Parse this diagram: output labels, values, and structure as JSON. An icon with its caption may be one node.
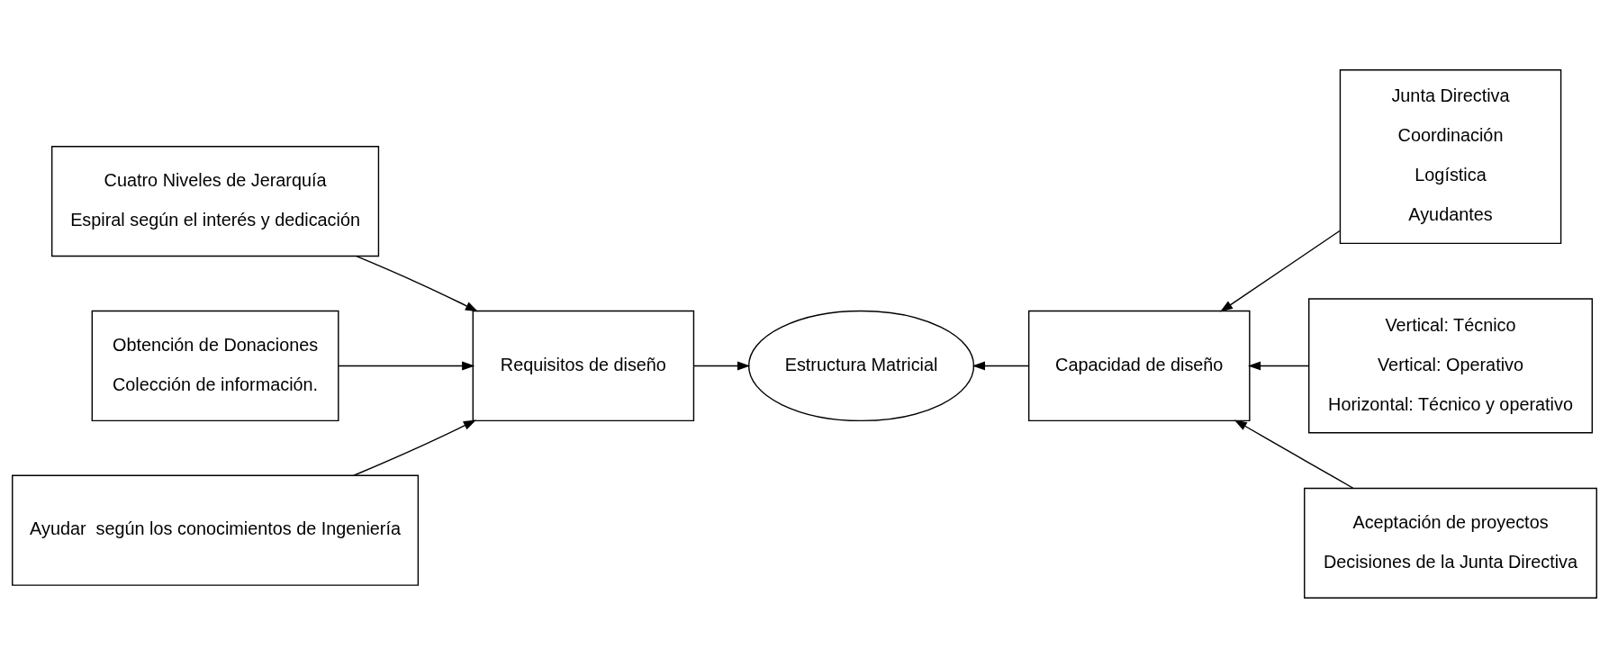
{
  "diagram": {
    "nodes": [
      {
        "text": [
          "Cuatro Niveles de Jerarquía",
          "Espiral según el interés y dedicación"
        ]
      },
      {
        "text": [
          "Junta Directiva",
          "Coordinación",
          "Logística",
          "Ayudantes"
        ]
      },
      {
        "text": [
          "Obtención de Donaciones",
          "Colección de información."
        ]
      },
      {
        "text": [
          "Requisitos de diseño"
        ]
      },
      {
        "text": [
          "Estructura Matricial"
        ]
      },
      {
        "text": [
          "Capacidad de diseño"
        ]
      },
      {
        "text": [
          "Vertical: Técnico",
          "Vertical: Operativo",
          "Horizontal: Técnico y operativo"
        ]
      },
      {
        "text": [
          "Ayudar  según los conocimientos de Ingeniería"
        ]
      },
      {
        "text": [
          "Aceptación de proyectos",
          "Decisiones de la Junta Directiva"
        ]
      }
    ],
    "edges": [
      {
        "from": 0,
        "to": 3,
        "arrow": "to"
      },
      {
        "from": 1,
        "to": 5,
        "arrow": "to"
      },
      {
        "from": 2,
        "to": 3,
        "arrow": "to"
      },
      {
        "from": 3,
        "to": 4,
        "arrow": "to"
      },
      {
        "from": 5,
        "to": 4,
        "arrow": "to"
      },
      {
        "from": 6,
        "to": 5,
        "arrow": "to"
      },
      {
        "from": 7,
        "to": 3,
        "arrow": "to"
      },
      {
        "from": 8,
        "to": 5,
        "arrow": "to"
      }
    ]
  }
}
